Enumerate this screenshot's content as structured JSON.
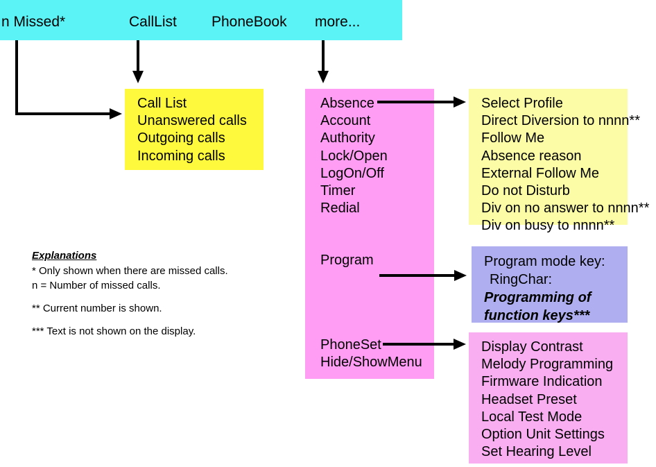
{
  "menubar": {
    "items": [
      {
        "label": "n Missed*"
      },
      {
        "label": "CallList"
      },
      {
        "label": "PhoneBook"
      },
      {
        "label": "more..."
      }
    ]
  },
  "call_list_menu": {
    "items": [
      "Call List",
      "Unanswered calls",
      "Outgoing calls",
      "Incoming calls"
    ]
  },
  "more_menu": {
    "group1": [
      "Absence",
      "Account",
      "Authority",
      "Lock/Open",
      "LogOn/Off",
      "Timer",
      "Redial"
    ],
    "group2": [
      "Program"
    ],
    "group3": [
      "PhoneSet",
      "Hide/ShowMenu"
    ]
  },
  "absence_menu": {
    "items": [
      "Select Profile",
      "Direct Diversion to nnnn**",
      "Follow Me",
      "Absence reason",
      "External Follow Me",
      "Do not Disturb",
      "Div on no answer to nnnn**",
      "Div on busy to nnnn**"
    ]
  },
  "program_menu": {
    "line1": "Program mode key:",
    "line2": "RingChar:",
    "line3": "Programming of",
    "line4": "function keys***"
  },
  "phoneset_menu": {
    "items": [
      "Display Contrast",
      "Melody Programming",
      "Firmware Indication",
      "Headset Preset",
      "Local Test Mode",
      "Option Unit Settings",
      "Set Hearing Level"
    ]
  },
  "explanations": {
    "title": "Explanations",
    "line1": "* Only shown when there are missed calls.",
    "line2": "n = Number of missed calls.",
    "line3": "** Current number is shown.",
    "line4": "*** Text is not shown on the display."
  },
  "colors": {
    "menubar": "#5CF3F7",
    "call_list": "#FFF93D",
    "more_menu": "#FF9CF3",
    "absence": "#FCFCA6",
    "program": "#AEAEF0",
    "phoneset": "#F9AEF2",
    "arrow": "#000000"
  }
}
